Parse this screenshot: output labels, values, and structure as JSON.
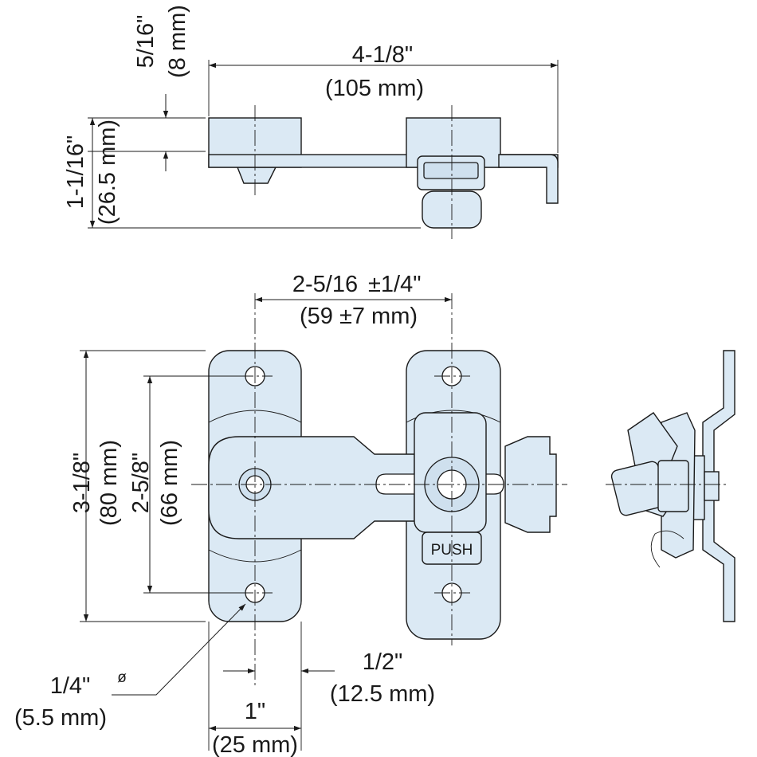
{
  "dimensions": {
    "overall_length": {
      "imperial": "4-1/8\"",
      "metric": "(105 mm)"
    },
    "plate_thickness": {
      "imperial": "5/16\"",
      "metric": "(8 mm)"
    },
    "overall_height": {
      "imperial": "1-1/16\"",
      "metric": "(26.5 mm)"
    },
    "hole_spacing_horizontal": {
      "imperial": "2-5/16",
      "tolerance": "±1/4\"",
      "metric": "(59 ±7 mm)"
    },
    "plate_length": {
      "imperial": "3-1/8\"",
      "metric": "(80 mm)"
    },
    "hole_spacing_vertical": {
      "imperial": "2-5/8\"",
      "metric": "(66 mm)"
    },
    "hole_diameter": {
      "imperial": "1/4\"",
      "metric": "(5.5 mm)",
      "symbol": "ø"
    },
    "half_width": {
      "imperial": "1/2\"",
      "metric": "(12.5 mm)"
    },
    "plate_width": {
      "imperial": "1\"",
      "metric": "(25 mm)"
    }
  },
  "labels": {
    "push": "PUSH"
  },
  "colors": {
    "part_fill": "#dbe9f4",
    "line": "#1a1a1a"
  }
}
